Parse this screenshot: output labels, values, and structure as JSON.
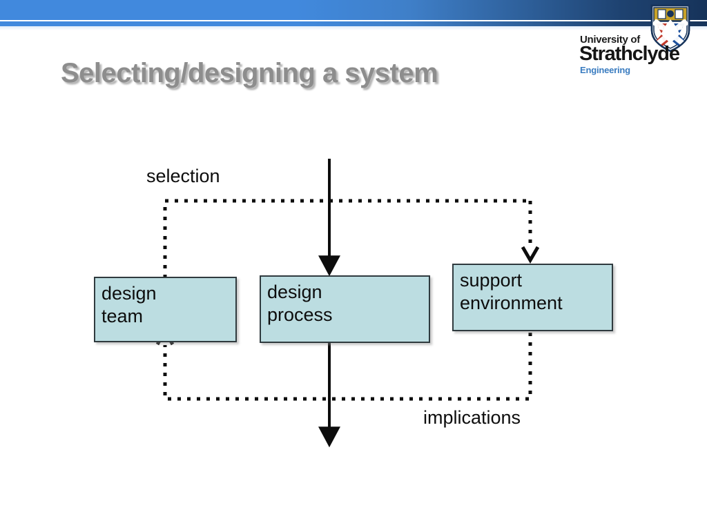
{
  "slide": {
    "title": "Selecting/designing a system",
    "background_color": "#ffffff",
    "banner_color_left": "#4189dd",
    "banner_color_right": "#16335a",
    "title_color": "#8d8d8d"
  },
  "logo": {
    "line1": "University of",
    "line2": "Strathclyde",
    "line3": "Engineering",
    "accent_color": "#3a7cc0",
    "crest_name": "strathclyde-crest-icon"
  },
  "diagram": {
    "type": "flow-diagram",
    "node_fill": "#bcdde1",
    "node_border": "#2f3a3e",
    "nodes": [
      {
        "id": "design-team",
        "line1": "design",
        "line2": "team"
      },
      {
        "id": "design-process",
        "line1": "design",
        "line2": "process"
      },
      {
        "id": "support-env",
        "line1": "support",
        "line2": "environment"
      }
    ],
    "edge_labels": [
      {
        "id": "selection",
        "text": "selection"
      },
      {
        "id": "implications",
        "text": "implications"
      }
    ]
  }
}
